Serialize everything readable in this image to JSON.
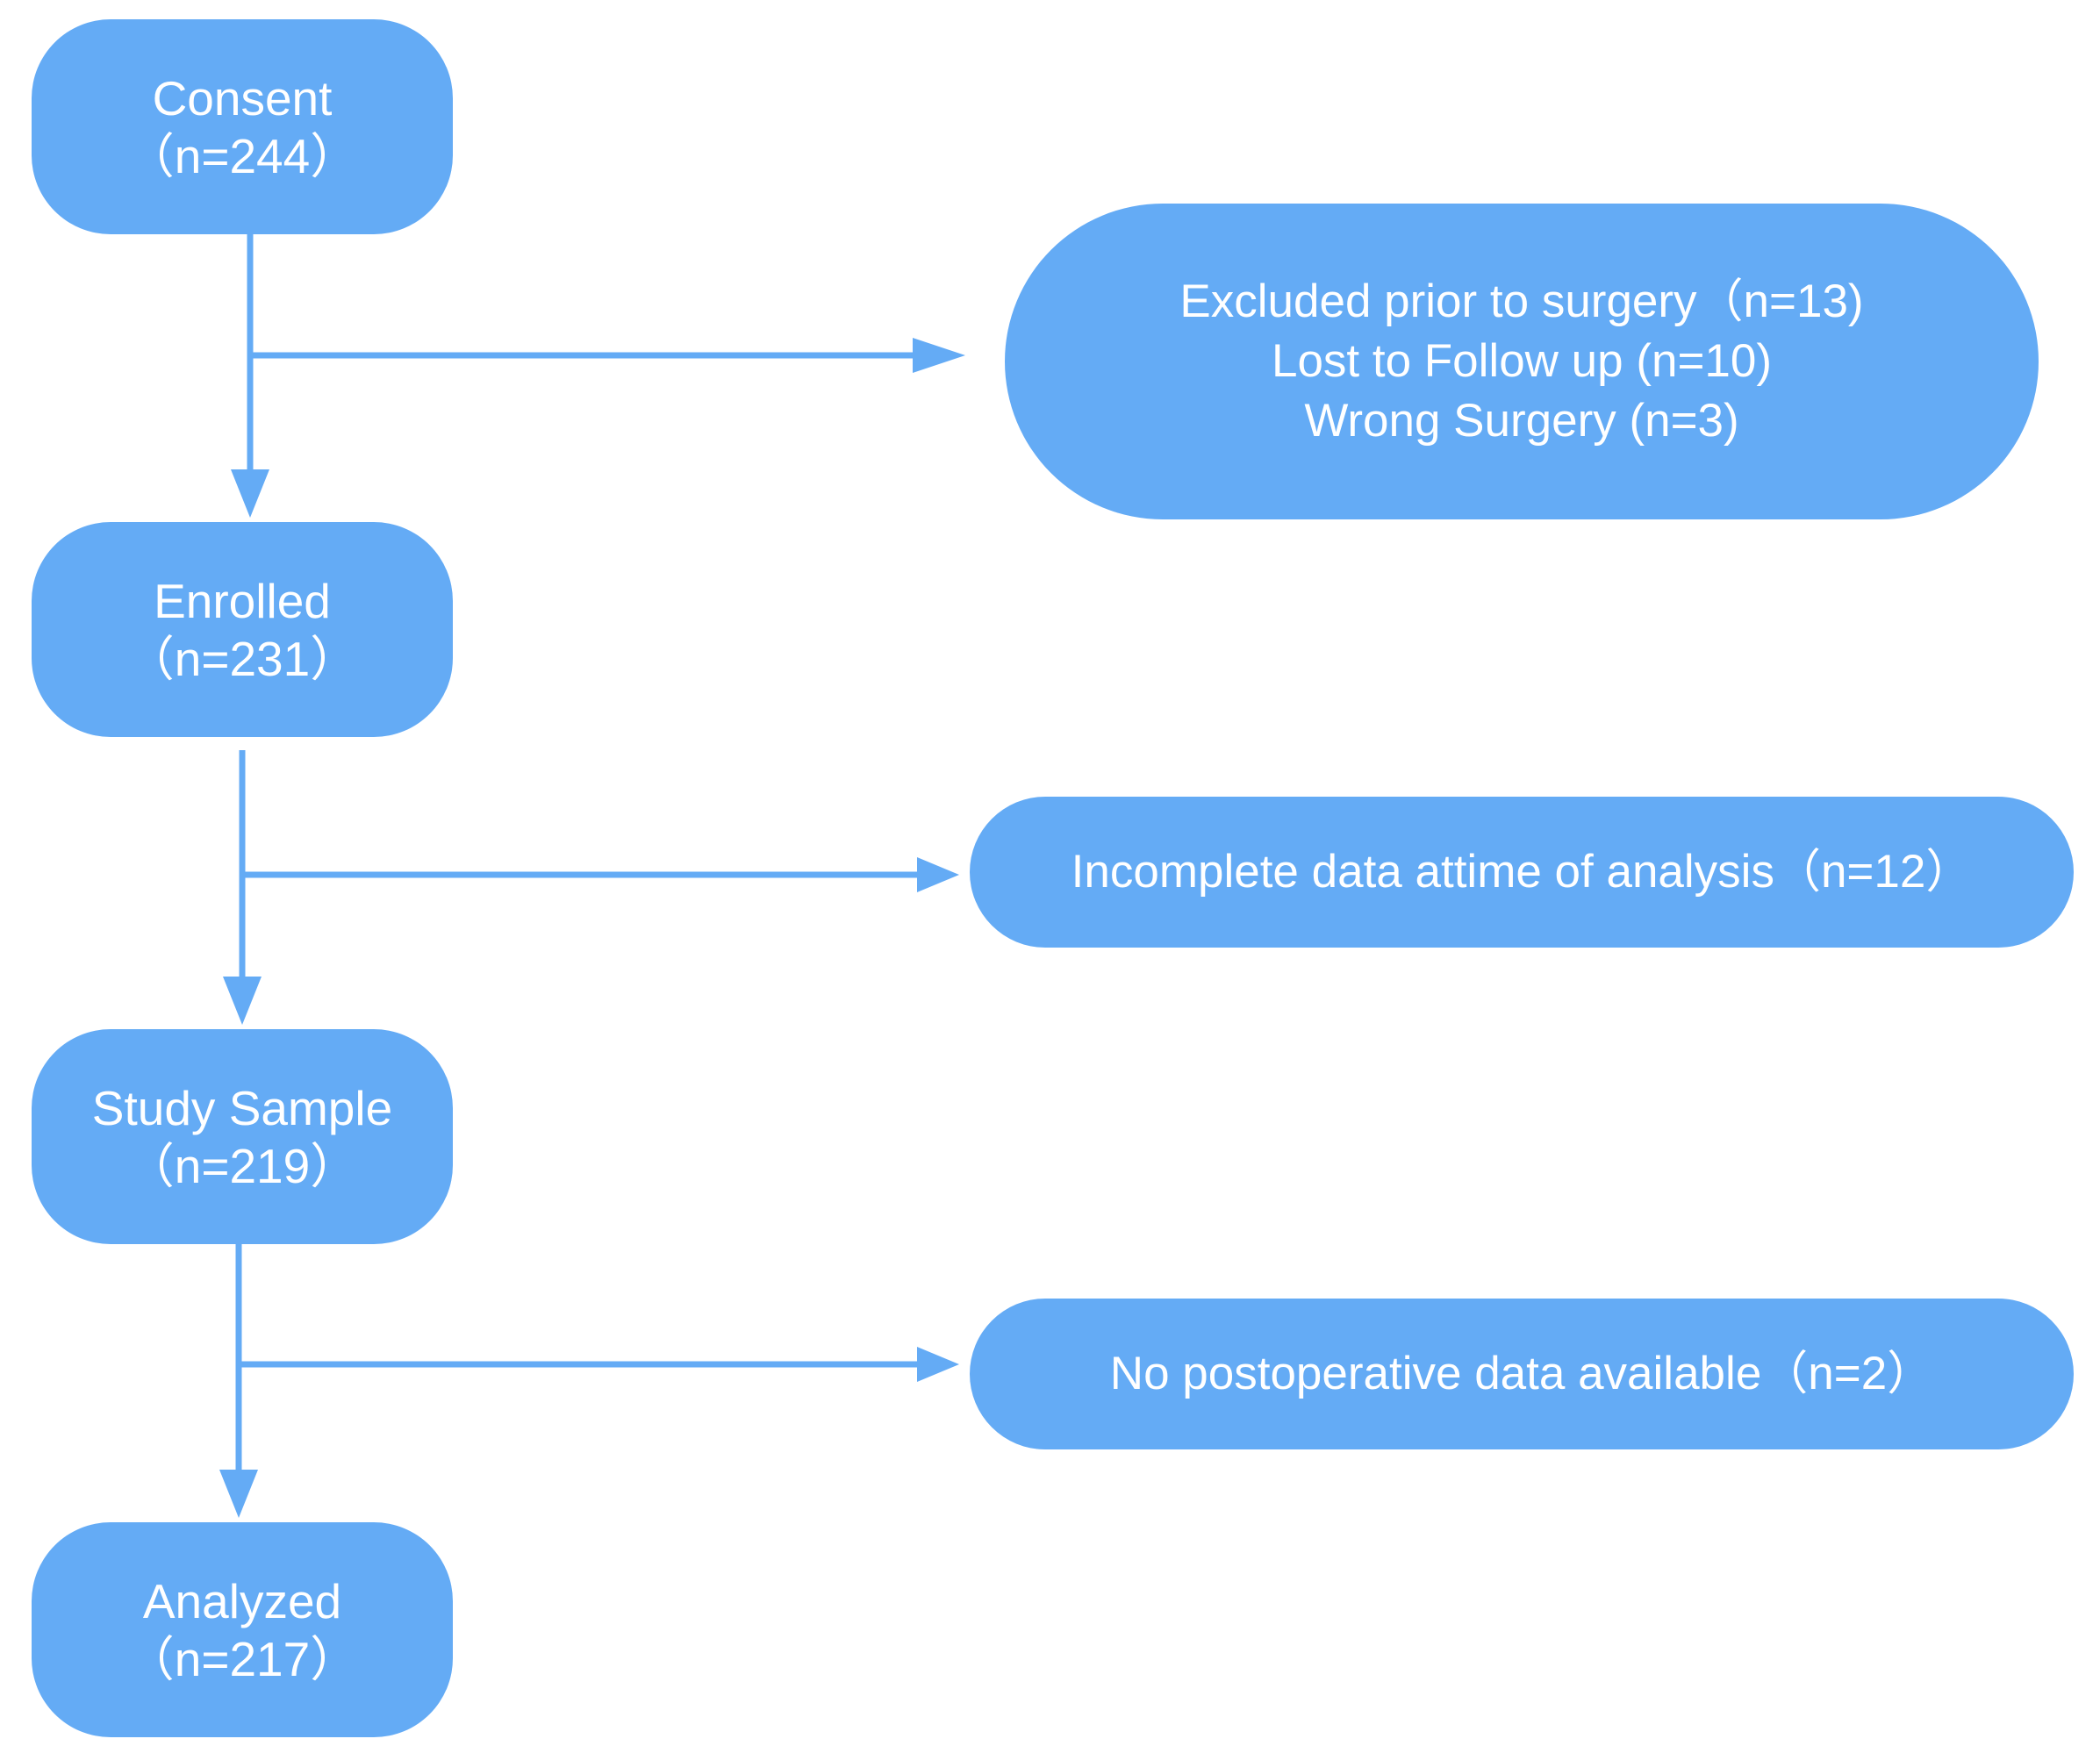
{
  "diagram": {
    "accent_color": "#64abf5",
    "text_color": "#ffffff",
    "main_steps": [
      {
        "label": "Consent",
        "count": "（n=244）"
      },
      {
        "label": "Enrolled",
        "count": "（n=231）"
      },
      {
        "label": "Study Sample",
        "count": "（n=219）"
      },
      {
        "label": "Analyzed",
        "count": "（n=217）"
      }
    ],
    "exclusions": [
      {
        "lines": [
          "Excluded prior to surgery（n=13)",
          "Lost to Follow up (n=10)",
          "Wrong Surgery (n=3)"
        ]
      },
      {
        "lines": [
          "Incomplete data attime of analysis（n=12）"
        ]
      },
      {
        "lines": [
          "No postoperative data available（n=2）"
        ]
      }
    ],
    "edges": [
      {
        "from": "Consent",
        "to": "Enrolled"
      },
      {
        "from": "Consent",
        "to": "Excluded prior to surgery"
      },
      {
        "from": "Enrolled",
        "to": "Study Sample"
      },
      {
        "from": "Enrolled",
        "to": "Incomplete data attime of analysis"
      },
      {
        "from": "Study Sample",
        "to": "Analyzed"
      },
      {
        "from": "Study Sample",
        "to": "No postoperative data available"
      }
    ]
  }
}
